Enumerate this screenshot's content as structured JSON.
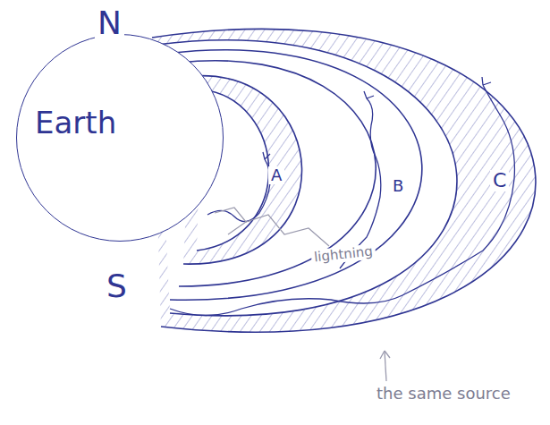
{
  "diagram": {
    "nodes": [
      {
        "text": [
          "Earth"
        ]
      }
    ],
    "labels": [
      "N",
      "S",
      "A",
      "B",
      "C",
      "lightning",
      "the same source"
    ]
  }
}
